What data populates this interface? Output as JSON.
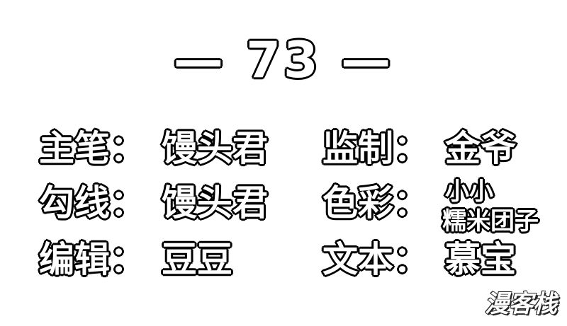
{
  "chapter": "— 73 —",
  "credits": {
    "zhubi_label": "主笔：",
    "zhubi_value": "馒头君",
    "goux_label": "勾线：",
    "goux_value": "馒头君",
    "bianji_label": "编辑：",
    "bianji_value": "豆豆",
    "jianzhi_label": "监制：",
    "jianzhi_value": "金爷",
    "secai_label": "色彩：",
    "secai_value_line1": "小小",
    "secai_value_line2": "糯米团子",
    "wenben_label": "文本：",
    "wenben_value": "慕宝"
  },
  "watermark": "漫客栈"
}
